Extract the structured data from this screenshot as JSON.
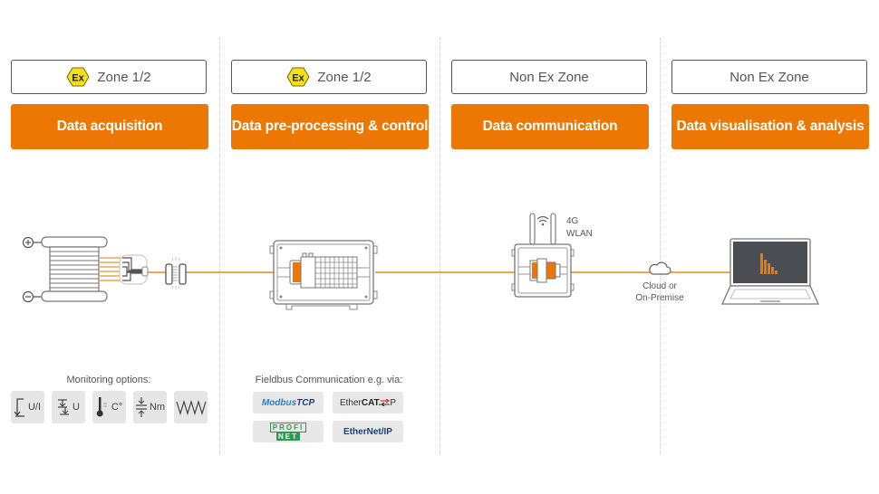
{
  "columns": [
    {
      "zone": "Zone 1/2",
      "ex_marked": true,
      "stage": "Data acquisition"
    },
    {
      "zone": "Zone 1/2",
      "ex_marked": true,
      "stage": "Data pre-processing & control"
    },
    {
      "zone": "Non Ex Zone",
      "ex_marked": false,
      "stage": "Data communication"
    },
    {
      "zone": "Non Ex Zone",
      "ex_marked": false,
      "stage": "Data visualisation & analysis"
    }
  ],
  "ex_symbol": "Ex",
  "terminals": {
    "plus": "+",
    "minus": "−"
  },
  "communication": {
    "line1": "4G",
    "line2": "WLAN"
  },
  "cloud": {
    "line1": "Cloud or",
    "line2": "On-Premise"
  },
  "monitoring": {
    "title": "Monitoring options:",
    "options": [
      {
        "label": "U/I",
        "icon": "current-voltage-icon"
      },
      {
        "label": "U",
        "icon": "voltage-icon"
      },
      {
        "label": "C°",
        "icon": "thermometer-icon"
      },
      {
        "label": "Nm",
        "icon": "torque-icon"
      },
      {
        "label": "",
        "icon": "vibration-wave-icon"
      }
    ]
  },
  "fieldbus": {
    "title": "Fieldbus Communication e.g. via:",
    "protocols": [
      {
        "name": "ModbusTCP",
        "part1": "Modbus",
        "part2": "TCP"
      },
      {
        "name": "EtherCAT.P",
        "part1": "Ether",
        "part2": "CAT.",
        "part3": "P"
      },
      {
        "name": "PROFINET",
        "part1": "PROFI",
        "part2": "NET"
      },
      {
        "name": "EtherNet/IP",
        "part1": "EtherNet/IP"
      }
    ]
  },
  "colors": {
    "accent": "#ed7703",
    "line": "#f0a550",
    "screen": "#4a4d52",
    "tile": "#e6e6e6"
  }
}
